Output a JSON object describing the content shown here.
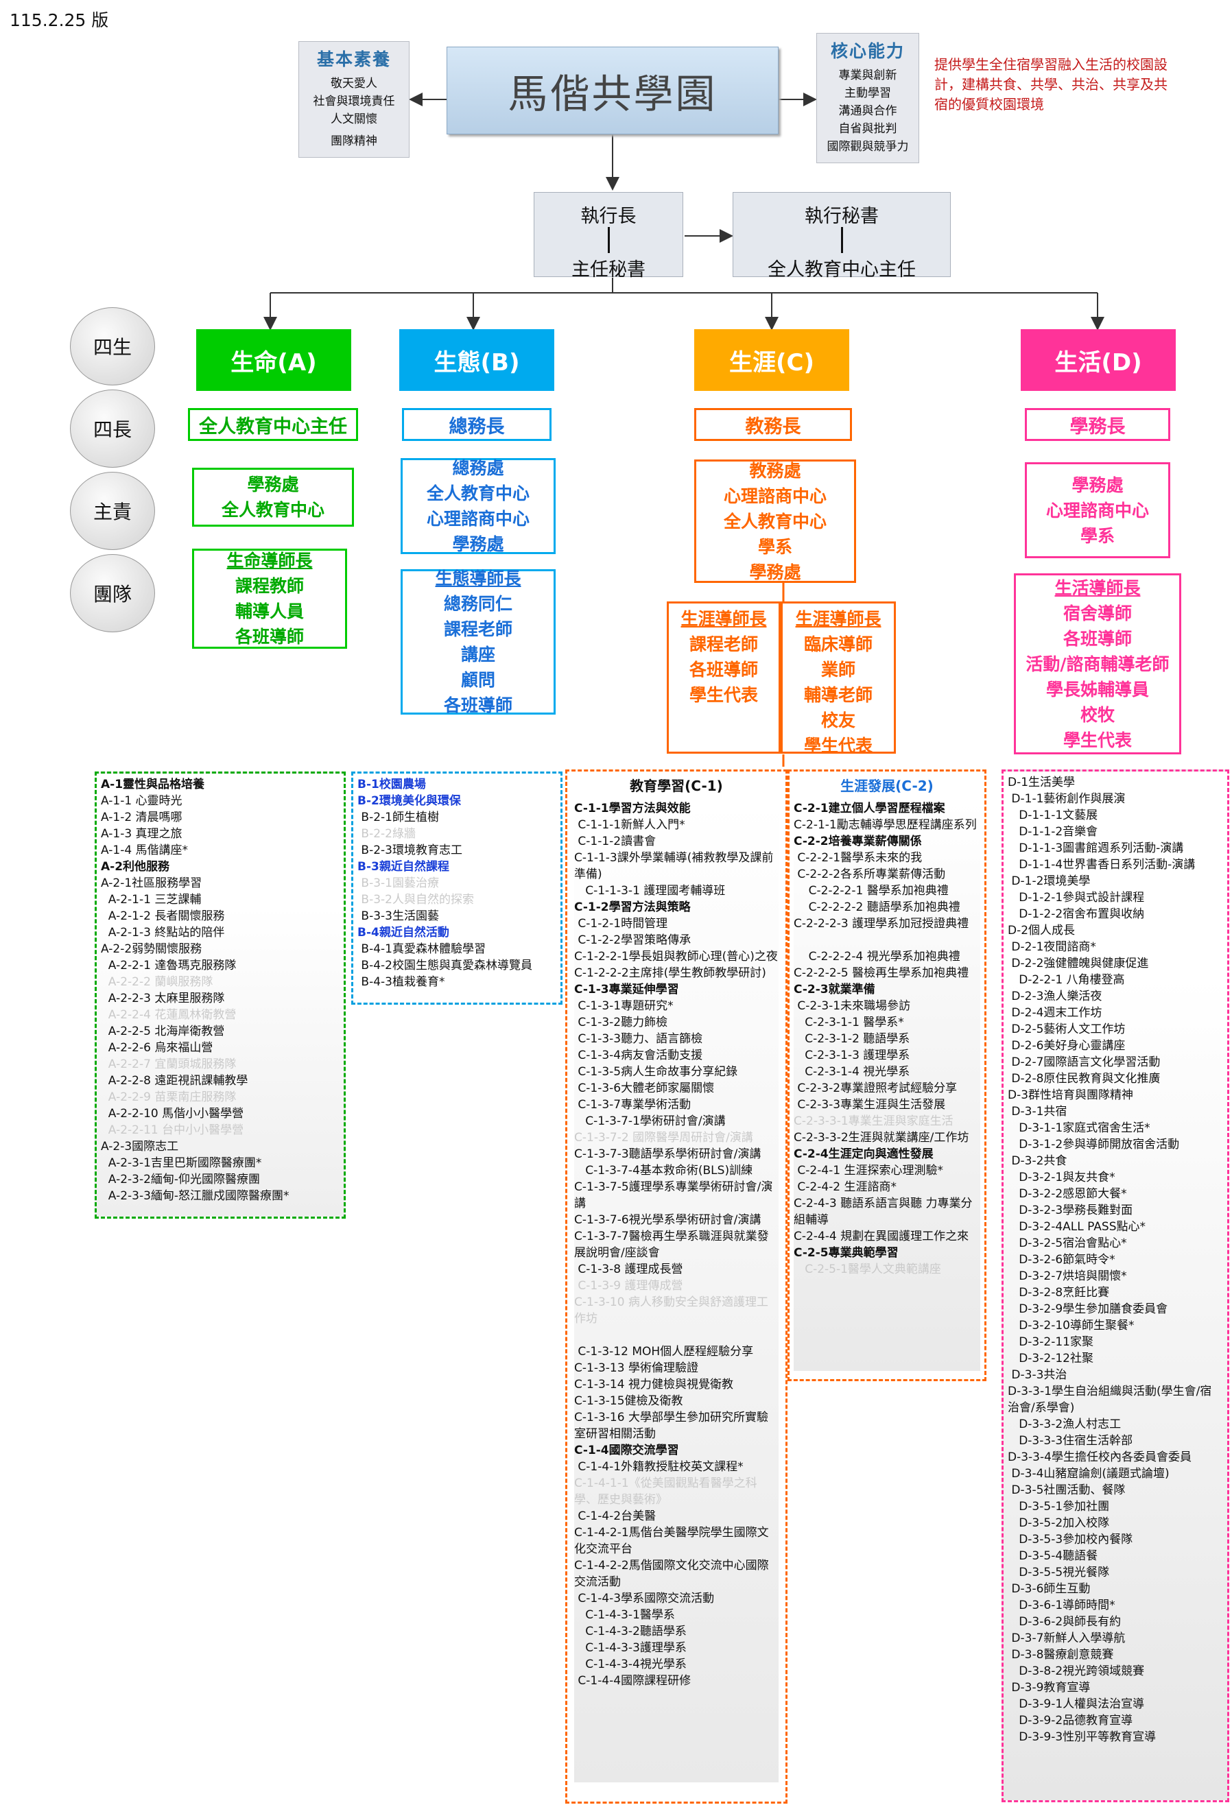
{
  "version": "115.2.25 版",
  "core": {
    "title": "馬偕共學園"
  },
  "basic": {
    "title": "基本素養",
    "items": [
      "敬天愛人",
      "社會與環境責任",
      "人文關懷",
      "團隊精神"
    ]
  },
  "ability": {
    "title": "核心能力",
    "items": [
      "專業與創新",
      "主動學習",
      "溝通與合作",
      "自省與批判",
      "國際觀與競爭力"
    ]
  },
  "vision": "提供學生全住宿學習融入生活的校園設計，建構共食、共學、共治、共享及共宿的優質校園環境",
  "exec_left": {
    "top": "執行長",
    "bottom": "主任秘書"
  },
  "exec_right": {
    "top": "執行秘書",
    "bottom": "全人教育中心主任"
  },
  "rows": [
    "四生",
    "四長",
    "主責",
    "團隊"
  ],
  "colA": {
    "head": "生命(A)",
    "chief": "全人教育中心主任",
    "units": [
      "學務處",
      "全人教育中心"
    ],
    "team": [
      "生命導師長",
      "課程教師",
      "輔導人員",
      "各班導師"
    ]
  },
  "colB": {
    "head": "生態(B)",
    "chief": "總務長",
    "units": [
      "總務處",
      "全人教育中心",
      "心理諮商中心",
      "學務處"
    ],
    "team": [
      "生態導師長",
      "總務同仁",
      "課程老師",
      "講座",
      "顧問",
      "各班導師"
    ]
  },
  "colC": {
    "head": "生涯(C)",
    "chief": "教務長",
    "units": [
      "教務處",
      "心理諮商中心",
      "全人教育中心",
      "學系",
      "學務處"
    ],
    "team1": [
      "生涯導師長",
      "課程老師",
      "各班導師",
      "學生代表"
    ],
    "team2": [
      "生涯導師長",
      "臨床導師",
      "業師",
      "輔導老師",
      "校友",
      "學生代表"
    ]
  },
  "colD": {
    "head": "生活(D)",
    "chief": "學務長",
    "units": [
      "學務處",
      "心理諮商中心",
      "學系"
    ],
    "team": [
      "生活導師長",
      "宿舍導師",
      "各班導師",
      "活動/諮商輔導老師",
      "學長姊輔導員",
      "校牧",
      "學生代表"
    ]
  },
  "colors": {
    "A": "#00cc00",
    "B": "#00aaee",
    "C": "#ffaa00",
    "D": "#ff3399",
    "C_line": "#ff6600",
    "A_dash": "#00aa00",
    "B_dash": "#00a0e0",
    "D_dash": "#ff3399",
    "chief_blue": "#1a6fd8",
    "dark_blue": "#2a6fa8",
    "red": "#c41a1a"
  },
  "listA": [
    {
      "t": "A-1靈性與品格培養",
      "s": "b"
    },
    {
      "t": "A-1-1 心靈時光"
    },
    {
      "t": "A-1-2 清晨嗎哪"
    },
    {
      "t": "A-1-3 真理之旅"
    },
    {
      "t": "A-1-4 馬偕講座*"
    },
    {
      "t": "A-2利他服務",
      "s": "b"
    },
    {
      "t": "A-2-1社區服務學習"
    },
    {
      "t": "  A-2-1-1 三芝課輔"
    },
    {
      "t": "  A-2-1-2 長者關懷服務"
    },
    {
      "t": "  A-2-1-3 終點站的陪伴"
    },
    {
      "t": "A-2-2弱勢關懷服務"
    },
    {
      "t": "  A-2-2-1 達魯瑪克服務隊"
    },
    {
      "t": "  A-2-2-2 蘭嶼服務隊",
      "s": "lt"
    },
    {
      "t": "  A-2-2-3 太麻里服務隊"
    },
    {
      "t": "  A-2-2-4 花蓮鳳林衛教營",
      "s": "lt"
    },
    {
      "t": "  A-2-2-5 北海岸衛教營"
    },
    {
      "t": "  A-2-2-6 烏來福山營"
    },
    {
      "t": "  A-2-2-7 宜蘭頭城服務隊",
      "s": "lt"
    },
    {
      "t": "  A-2-2-8 遠距視訊課輔教學"
    },
    {
      "t": "  A-2-2-9 苗栗南庄服務隊",
      "s": "lt"
    },
    {
      "t": "  A-2-2-10 馬偕小小醫學營"
    },
    {
      "t": "  A-2-2-11 台中小小醫學營",
      "s": "lt"
    },
    {
      "t": "A-2-3國際志工"
    },
    {
      "t": "  A-2-3-1吉里巴斯國際醫療團*"
    },
    {
      "t": "  A-2-3-2緬甸-仰光國際醫療團"
    },
    {
      "t": "  A-2-3-3緬甸-怒江臘戍國際醫療團*"
    }
  ],
  "listB": [
    {
      "t": "B-1校園農場",
      "s": "bb"
    },
    {
      "t": "B-2環境美化與環保",
      "s": "bb"
    },
    {
      "t": " B-2-1師生植樹"
    },
    {
      "t": " B-2-2綠牆",
      "s": "lt"
    },
    {
      "t": " B-2-3環境教育志工"
    },
    {
      "t": "B-3親近自然課程",
      "s": "bb"
    },
    {
      "t": " B-3-1園藝治療",
      "s": "lt"
    },
    {
      "t": " B-3-2人與自然的探索",
      "s": "lt"
    },
    {
      "t": " B-3-3生活園藝"
    },
    {
      "t": "B-4親近自然活動",
      "s": "bb"
    },
    {
      "t": " B-4-1真愛森林體驗學習"
    },
    {
      "t": " B-4-2校園生態與真愛森林導覽員"
    },
    {
      "t": " B-4-3植栽養育*"
    }
  ],
  "listC1_title": "教育學習(C-1)",
  "listC1": [
    {
      "t": "C-1-1學習方法與效能",
      "s": "b"
    },
    {
      "t": " C-1-1-1新鮮人入門*"
    },
    {
      "t": " C-1-1-2讀書會"
    },
    {
      "t": " C-1-1-3課外學業輔導(補救教學及課前準備)",
      "w": 1
    },
    {
      "t": "   C-1-1-3-1 護理國考輔導班"
    },
    {
      "t": "C-1-2學習方法與策略",
      "s": "b"
    },
    {
      "t": " C-1-2-1時間管理"
    },
    {
      "t": " C-1-2-2學習策略傳承"
    },
    {
      "t": "   C-1-2-2-1學長姐與教師心理(普心)之夜",
      "w": 1
    },
    {
      "t": "   C-1-2-2-2主席排(學生教師教學研討)",
      "w": 1
    },
    {
      "t": "C-1-3專業延伸學習",
      "s": "b"
    },
    {
      "t": " C-1-3-1專題研究*"
    },
    {
      "t": " C-1-3-2聽力飾檢"
    },
    {
      "t": " C-1-3-3聽力、語言篩檢"
    },
    {
      "t": " C-1-3-4病友會活動支援"
    },
    {
      "t": " C-1-3-5病人生命故事分享紀錄"
    },
    {
      "t": " C-1-3-6大體老師家屬關懷"
    },
    {
      "t": " C-1-3-7專業學術活動"
    },
    {
      "t": "   C-1-3-7-1學術研討會/演講"
    },
    {
      "t": "   C-1-3-7-2 國際醫學周研討會/演講",
      "s": "lt",
      "w": 1
    },
    {
      "t": "   C-1-3-7-3聽語學系學術研討會/演講",
      "w": 1
    },
    {
      "t": "   C-1-3-7-4基本救命術(BLS)訓練"
    },
    {
      "t": "   C-1-3-7-5護理學系專業學術研討會/演講",
      "w": 1
    },
    {
      "t": "   C-1-3-7-6視光學系學術研討會/演講",
      "w": 1
    },
    {
      "t": "   C-1-3-7-7醫檢再生學系職涯與就業發展說明會/座談會",
      "w": 1,
      "s": "m"
    },
    {
      "t": " C-1-3-8 護理成長營"
    },
    {
      "t": " C-1-3-9 護理傳成營",
      "s": "lt"
    },
    {
      "t": " C-1-3-10 病人移動安全與舒適護理工作坊",
      "s": "lt",
      "w": 1
    },
    {
      "t": " "
    },
    {
      "t": " C-1-3-12 MOH個人歷程經驗分享"
    },
    {
      "t": "C-1-3-13 學術倫理驗證"
    },
    {
      "t": "C-1-3-14 視力健檢與視覺衛教"
    },
    {
      "t": "C-1-3-15健檢及衛教"
    },
    {
      "t": "C-1-3-16 大學部學生參加研究所實驗室研習相關活動",
      "w": 1
    },
    {
      "t": "C-1-4國際交流學習",
      "s": "b"
    },
    {
      "t": " C-1-4-1外籍教授駐校英文課程*"
    },
    {
      "t": "   C-1-4-1-1《從美國觀點看醫學之科學、歷史與藝術》",
      "s": "lt",
      "w": 1
    },
    {
      "t": " C-1-4-2台美醫"
    },
    {
      "t": "   C-1-4-2-1馬偕台美醫學院學生國際文化交流平台",
      "w": 1
    },
    {
      "t": "   C-1-4-2-2馬偕國際文化交流中心國際交流活動",
      "w": 1
    },
    {
      "t": " C-1-4-3學系國際交流活動"
    },
    {
      "t": "   C-1-4-3-1醫學系"
    },
    {
      "t": "   C-1-4-3-2聽語學系"
    },
    {
      "t": "   C-1-4-3-3護理學系"
    },
    {
      "t": "   C-1-4-3-4視光學系"
    },
    {
      "t": " C-1-4-4國際課程研修"
    }
  ],
  "listC2_title": "生涯發展(C-2)",
  "listC2": [
    {
      "t": "C-2-1建立個人學習歷程檔案",
      "s": "b"
    },
    {
      "t": " C-2-1-1勵志輔導學思歷程講座系列",
      "w": 1
    },
    {
      "t": "C-2-2培養專業薪傳關係",
      "s": "b"
    },
    {
      "t": " C-2-2-1醫學系未來的我"
    },
    {
      "t": " C-2-2-2各系所專業薪傳活動"
    },
    {
      "t": "    C-2-2-2-1 醫學系加袍典禮"
    },
    {
      "t": "    C-2-2-2-2 聽語學系加袍典禮"
    },
    {
      "t": "    C-2-2-2-3 護理學系加冠授證典禮",
      "w": 1
    },
    {
      "t": " "
    },
    {
      "t": "    C-2-2-2-4 視光學系加袍典禮"
    },
    {
      "t": "    C-2-2-2-5 醫檢再生學系加袍典禮",
      "w": 1
    },
    {
      "t": "C-2-3就業準備",
      "s": "b"
    },
    {
      "t": " C-2-3-1未來職場參訪"
    },
    {
      "t": "   C-2-3-1-1 醫學系*"
    },
    {
      "t": "   C-2-3-1-2 聽語學系"
    },
    {
      "t": "   C-2-3-1-3 護理學系"
    },
    {
      "t": "   C-2-3-1-4 視光學系"
    },
    {
      "t": " C-2-3-2專業證照考試經驗分享"
    },
    {
      "t": " C-2-3-3專業生涯與生活發展"
    },
    {
      "t": "   C-2-3-3-1專業生涯與家庭生活",
      "s": "lt",
      "w": 1
    },
    {
      "t": " C-2-3-3-2生涯與就業講座/工作坊",
      "w": 1
    },
    {
      "t": "C-2-4生涯定向與適性發展",
      "s": "b"
    },
    {
      "t": " C-2-4-1 生涯探索心理測驗*"
    },
    {
      "t": " C-2-4-2 生涯諮商*"
    },
    {
      "t": " C-2-4-3 聽語系語言與聽 力專業分組輔導",
      "w": 1
    },
    {
      "t": " C-2-4-4 規劃在異國護理工作之來",
      "w": 1
    },
    {
      "t": "C-2-5專業典範學習",
      "s": "b"
    },
    {
      "t": "   C-2-5-1醫學人文典範講座",
      "s": "lt"
    }
  ],
  "listD": [
    {
      "t": "D-1生活美學"
    },
    {
      "t": " D-1-1藝術創作與展演"
    },
    {
      "t": "   D-1-1-1文藝展"
    },
    {
      "t": "   D-1-1-2音樂會"
    },
    {
      "t": "   D-1-1-3圖書館週系列活動-演講"
    },
    {
      "t": "   D-1-1-4世界書香日系列活動-演講"
    },
    {
      "t": " D-1-2環境美學"
    },
    {
      "t": "   D-1-2-1參與式設計課程"
    },
    {
      "t": "   D-1-2-2宿舍布置與收納"
    },
    {
      "t": "D-2個人成長"
    },
    {
      "t": " D-2-1夜間諮商*"
    },
    {
      "t": " D-2-2強健體魄與健康促進"
    },
    {
      "t": "   D-2-2-1 八角樓登高"
    },
    {
      "t": " D-2-3漁人樂活夜"
    },
    {
      "t": " D-2-4週末工作坊"
    },
    {
      "t": " D-2-5藝術人文工作坊"
    },
    {
      "t": " D-2-6美好身心靈講座"
    },
    {
      "t": " D-2-7國際語言文化學習活動"
    },
    {
      "t": " D-2-8原住民教育與文化推廣"
    },
    {
      "t": "D-3群性培育與團隊精神"
    },
    {
      "t": " D-3-1共宿"
    },
    {
      "t": "   D-3-1-1家庭式宿舍生活*"
    },
    {
      "t": "   D-3-1-2參與導師開放宿舍活動"
    },
    {
      "t": " D-3-2共食"
    },
    {
      "t": "   D-3-2-1與友共食*"
    },
    {
      "t": "   D-3-2-2感恩節大餐*"
    },
    {
      "t": "   D-3-2-3學務長難對面"
    },
    {
      "t": "   D-3-2-4ALL PASS點心*"
    },
    {
      "t": "   D-3-2-5宿治會點心*"
    },
    {
      "t": "   D-3-2-6節氣時令*"
    },
    {
      "t": "   D-3-2-7烘培與關懷*"
    },
    {
      "t": "   D-3-2-8烹飪比賽"
    },
    {
      "t": "   D-3-2-9學生參加膳食委員會"
    },
    {
      "t": "   D-3-2-10導師生聚餐*"
    },
    {
      "t": "   D-3-2-11家聚"
    },
    {
      "t": "   D-3-2-12社聚"
    },
    {
      "t": " D-3-3共治"
    },
    {
      "t": "   D-3-3-1學生自治組織與活動(學生會/宿治會/系學會)",
      "w": 1
    },
    {
      "t": "   D-3-3-2漁人村志工"
    },
    {
      "t": "   D-3-3-3住宿生活幹部"
    },
    {
      "t": "   D-3-3-4學生擔任校內各委員會委員",
      "w": 1
    },
    {
      "t": " D-3-4山豬窟論劍(議題式論壇)"
    },
    {
      "t": " D-3-5社團活動、餐隊"
    },
    {
      "t": "   D-3-5-1參加社團"
    },
    {
      "t": "   D-3-5-2加入校隊"
    },
    {
      "t": "   D-3-5-3參加校內餐隊"
    },
    {
      "t": "   D-3-5-4聽語餐"
    },
    {
      "t": "   D-3-5-5視光餐隊"
    },
    {
      "t": " D-3-6師生互動"
    },
    {
      "t": "   D-3-6-1導師時間*"
    },
    {
      "t": "   D-3-6-2與師長有約"
    },
    {
      "t": " D-3-7新鮮人入學導航"
    },
    {
      "t": " D-3-8醫療創意競賽"
    },
    {
      "t": "   D-3-8-2視光跨領域競賽"
    },
    {
      "t": " D-3-9教育宣導"
    },
    {
      "t": "   D-3-9-1人權與法治宣導"
    },
    {
      "t": "   D-3-9-2品德教育宣導"
    },
    {
      "t": "   D-3-9-3性別平等教育宣導"
    }
  ]
}
